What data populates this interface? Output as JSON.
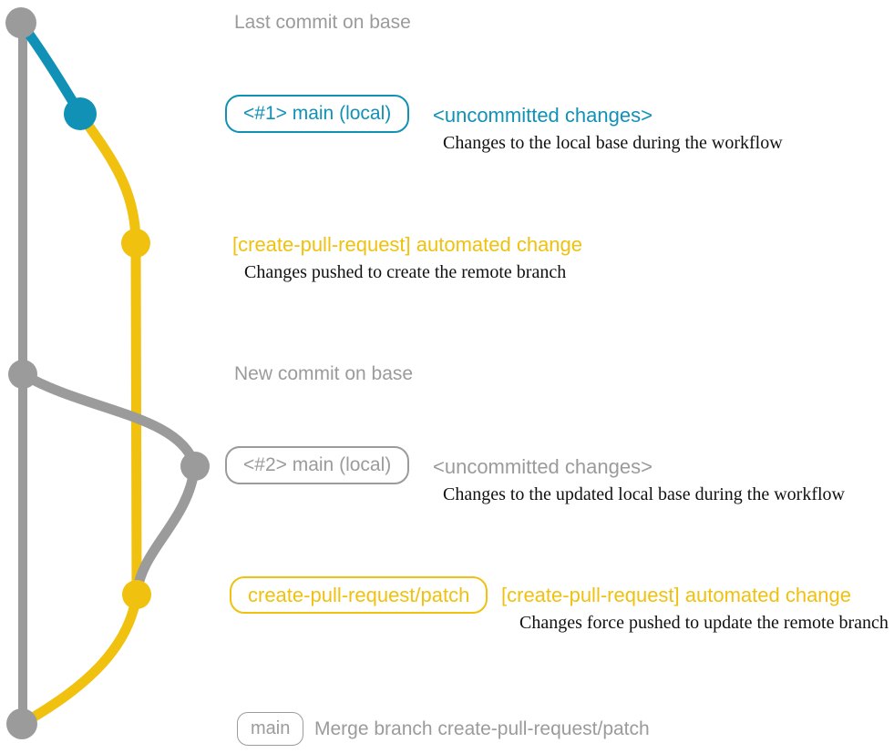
{
  "colors": {
    "gray": "#9b9b9b",
    "blue": "#1191b6",
    "yellow": "#f0c10e",
    "ink": "#111111",
    "background": "#ffffff"
  },
  "graph": {
    "commit_dots": [
      {
        "id": "base-last-commit",
        "color": "gray"
      },
      {
        "id": "local-uncommitted-1",
        "color": "blue"
      },
      {
        "id": "remote-branch-commit-1",
        "color": "yellow"
      },
      {
        "id": "base-new-commit",
        "color": "gray"
      },
      {
        "id": "local-uncommitted-2",
        "color": "gray"
      },
      {
        "id": "remote-branch-commit-2",
        "color": "yellow"
      },
      {
        "id": "merge-commit",
        "color": "gray"
      }
    ]
  },
  "rows": {
    "last_commit": {
      "title": "Last commit on base"
    },
    "local1": {
      "badge": "<#1> main (local)",
      "heading": "<uncommitted changes>",
      "description": "Changes to the local base during the workflow"
    },
    "remote1": {
      "heading": "[create-pull-request] automated change",
      "description": "Changes pushed to create the remote branch"
    },
    "new_commit": {
      "title": "New commit on base"
    },
    "local2": {
      "badge": "<#2> main (local)",
      "heading": "<uncommitted changes>",
      "description": "Changes to the updated local base during the workflow"
    },
    "remote2": {
      "badge": "create-pull-request/patch",
      "heading": "[create-pull-request] automated change",
      "description": "Changes force pushed to update the remote branch"
    },
    "merge": {
      "badge": "main",
      "text": "Merge branch create-pull-request/patch"
    }
  }
}
